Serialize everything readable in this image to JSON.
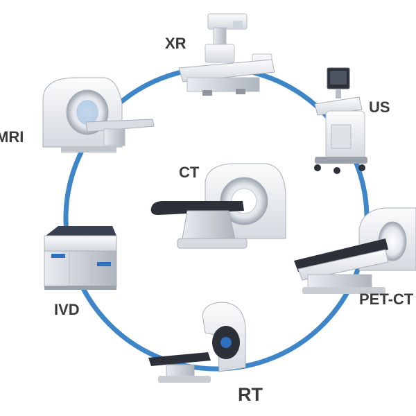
{
  "colors": {
    "ring": "#3f86c8",
    "device_body": "#eef0f3",
    "device_shadow": "#b9bec6",
    "device_dark": "#2c3038",
    "accent_blue": "#2f6fbf",
    "label_text": "#3a3a3a"
  },
  "labels": {
    "xr": "XR",
    "us": "US",
    "mri": "MRI",
    "ct": "CT",
    "pet_ct": "PET-CT",
    "ivd": "IVD",
    "rt": "RT"
  },
  "icons": {
    "xr": "xray-machine-icon",
    "us": "ultrasound-machine-icon",
    "mri": "mri-scanner-icon",
    "ct": "ct-scanner-icon",
    "pet_ct": "pet-ct-scanner-icon",
    "ivd": "ivd-analyzer-icon",
    "rt": "radiotherapy-machine-icon"
  }
}
